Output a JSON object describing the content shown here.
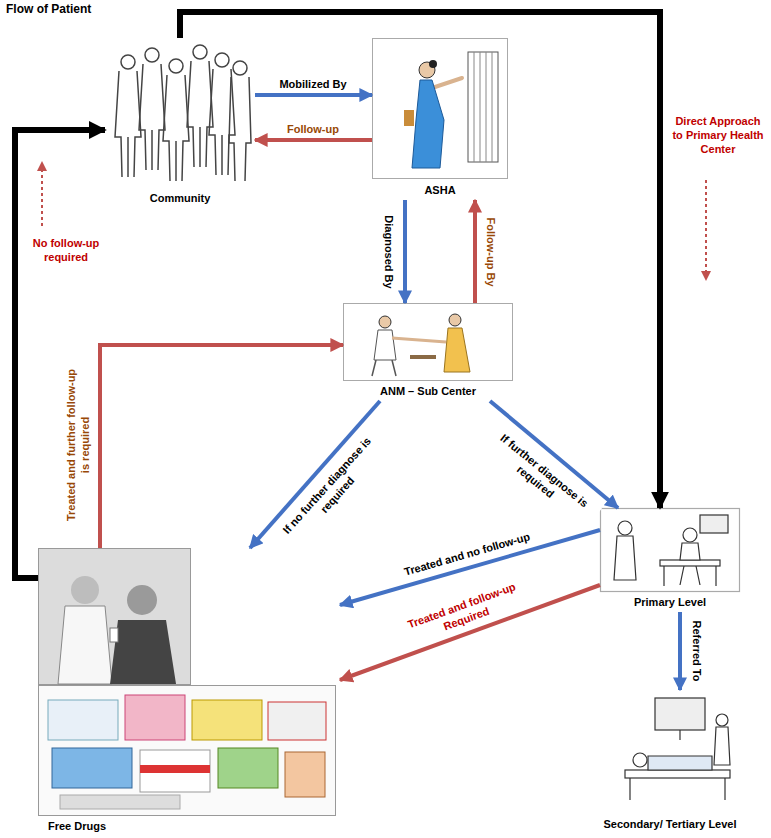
{
  "diagram": {
    "title": "Flow of Patient",
    "nodes": [
      {
        "text": [
          "Community"
        ]
      },
      {
        "text": [
          "ASHA"
        ]
      },
      {
        "text": [
          "ANM – Sub Center"
        ]
      },
      {
        "text": [
          "Primary Level"
        ]
      },
      {
        "text": [
          "Free Drugs"
        ]
      },
      {
        "text": [
          "Secondary/ Tertiary Level"
        ]
      }
    ],
    "edges": [
      {
        "from": 0,
        "to": 1,
        "label": "Mobilized By",
        "arrow": "to"
      },
      {
        "from": 1,
        "to": 0,
        "label": "Follow-up",
        "arrow": "to"
      },
      {
        "from": 1,
        "to": 2,
        "label": "Diagnosed By",
        "arrow": "to"
      },
      {
        "from": 2,
        "to": 1,
        "label": "Follow-up By",
        "arrow": "to"
      },
      {
        "from": 2,
        "to": 4,
        "label": "If no further diagnose is required",
        "arrow": "to"
      },
      {
        "from": 2,
        "to": 3,
        "label": "If further diagnose is required",
        "arrow": "to"
      },
      {
        "from": 0,
        "to": 3,
        "label": "Direct Approach to Primary Health Center",
        "arrow": "to"
      },
      {
        "from": 3,
        "to": 4,
        "label": "Treated and no follow-up",
        "arrow": "to"
      },
      {
        "from": 3,
        "to": 4,
        "label": "Treated and follow-up Required",
        "arrow": "to"
      },
      {
        "from": 3,
        "to": 5,
        "label": "Referred To",
        "arrow": "to"
      },
      {
        "from": 4,
        "to": 2,
        "label": "Treated and further follow-up is required",
        "arrow": "to"
      },
      {
        "from": 4,
        "to": 0,
        "label": "No follow-up required",
        "arrow": "to"
      }
    ]
  }
}
